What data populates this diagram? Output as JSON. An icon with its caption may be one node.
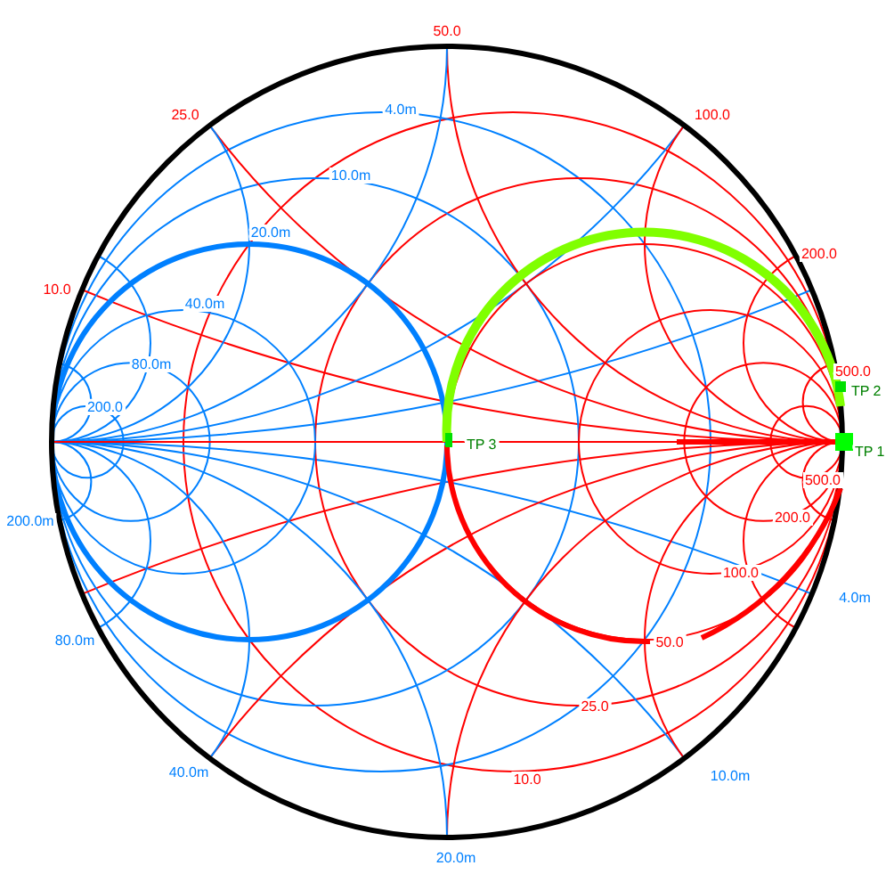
{
  "diagram": {
    "labels": [
      "50.0",
      "25.0",
      "4.0m",
      "100.0",
      "10.0m",
      "20.0m",
      "200.0",
      "10.0",
      "40.0m",
      "80.0m",
      "500.0",
      "TP 2",
      "200.0",
      "TP 3",
      "TP 1",
      "500.0",
      "200.0m",
      "200.0",
      "100.0",
      "4.0m",
      "80.0m",
      "50.0",
      "25.0",
      "40.0m",
      "10.0",
      "10.0m",
      "20.0m"
    ]
  }
}
